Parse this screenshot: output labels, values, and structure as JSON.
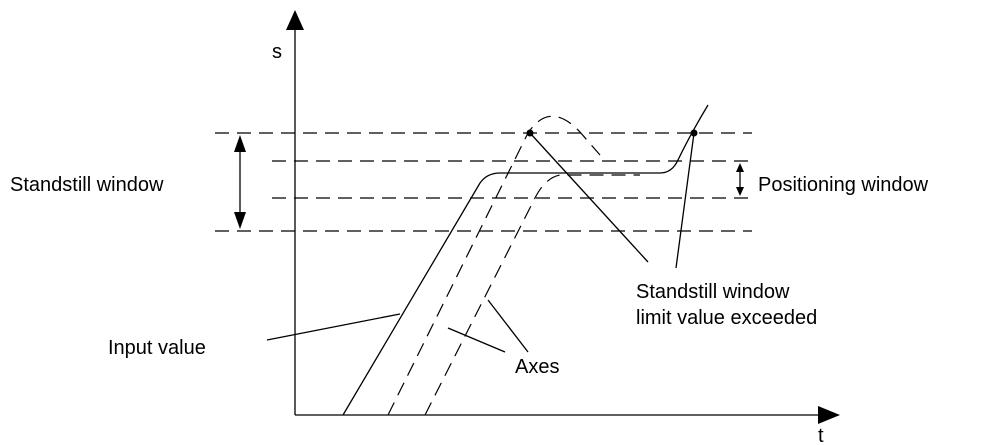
{
  "axes": {
    "y_label": "s",
    "x_label": "t"
  },
  "labels": {
    "standstill_window": "Standstill window",
    "positioning_window": "Positioning window",
    "exceeded_line1": "Standstill window",
    "exceeded_line2": "limit value exceeded",
    "input_value": "Input value",
    "axes": "Axes"
  }
}
